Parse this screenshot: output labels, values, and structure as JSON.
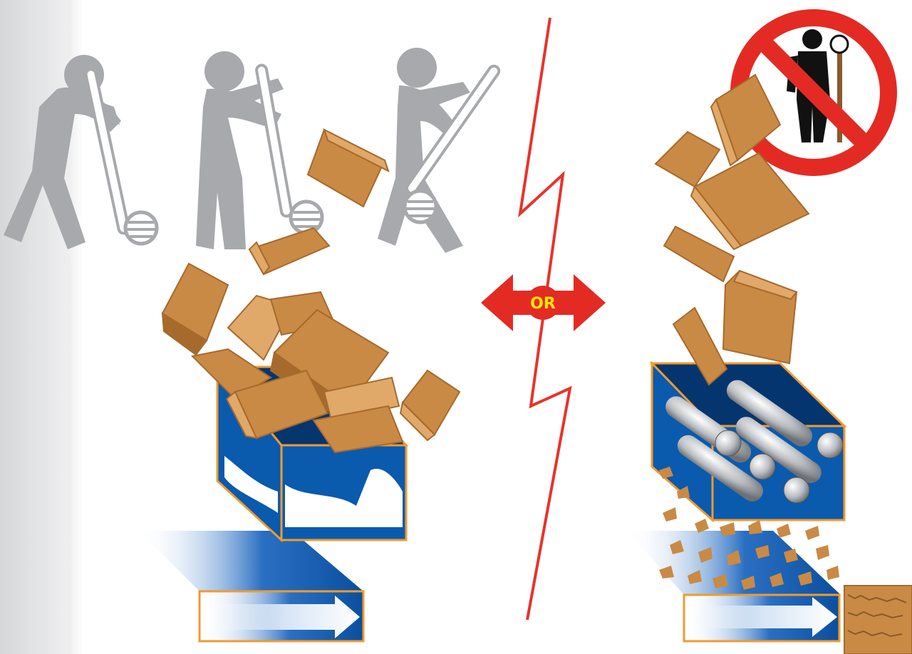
{
  "badge": {
    "label": "OR"
  },
  "colors": {
    "box_light": "#E0A869",
    "box_mid": "#C98A45",
    "box_dark": "#A66A2C",
    "outline_orange": "#F29A2E",
    "hopper_blue": "#0A5AAE",
    "hopper_dark": "#05356F",
    "divider_red": "#E8332A",
    "worker_gray": "#A7A9AC",
    "prohibit_red": "#E32B24",
    "arrow_label": "#FFE600"
  },
  "icons": {
    "left_workers": "manual-crushing-workers",
    "right_sign": "no-manual-worker-sign",
    "shredder": "shredder-rollers"
  }
}
